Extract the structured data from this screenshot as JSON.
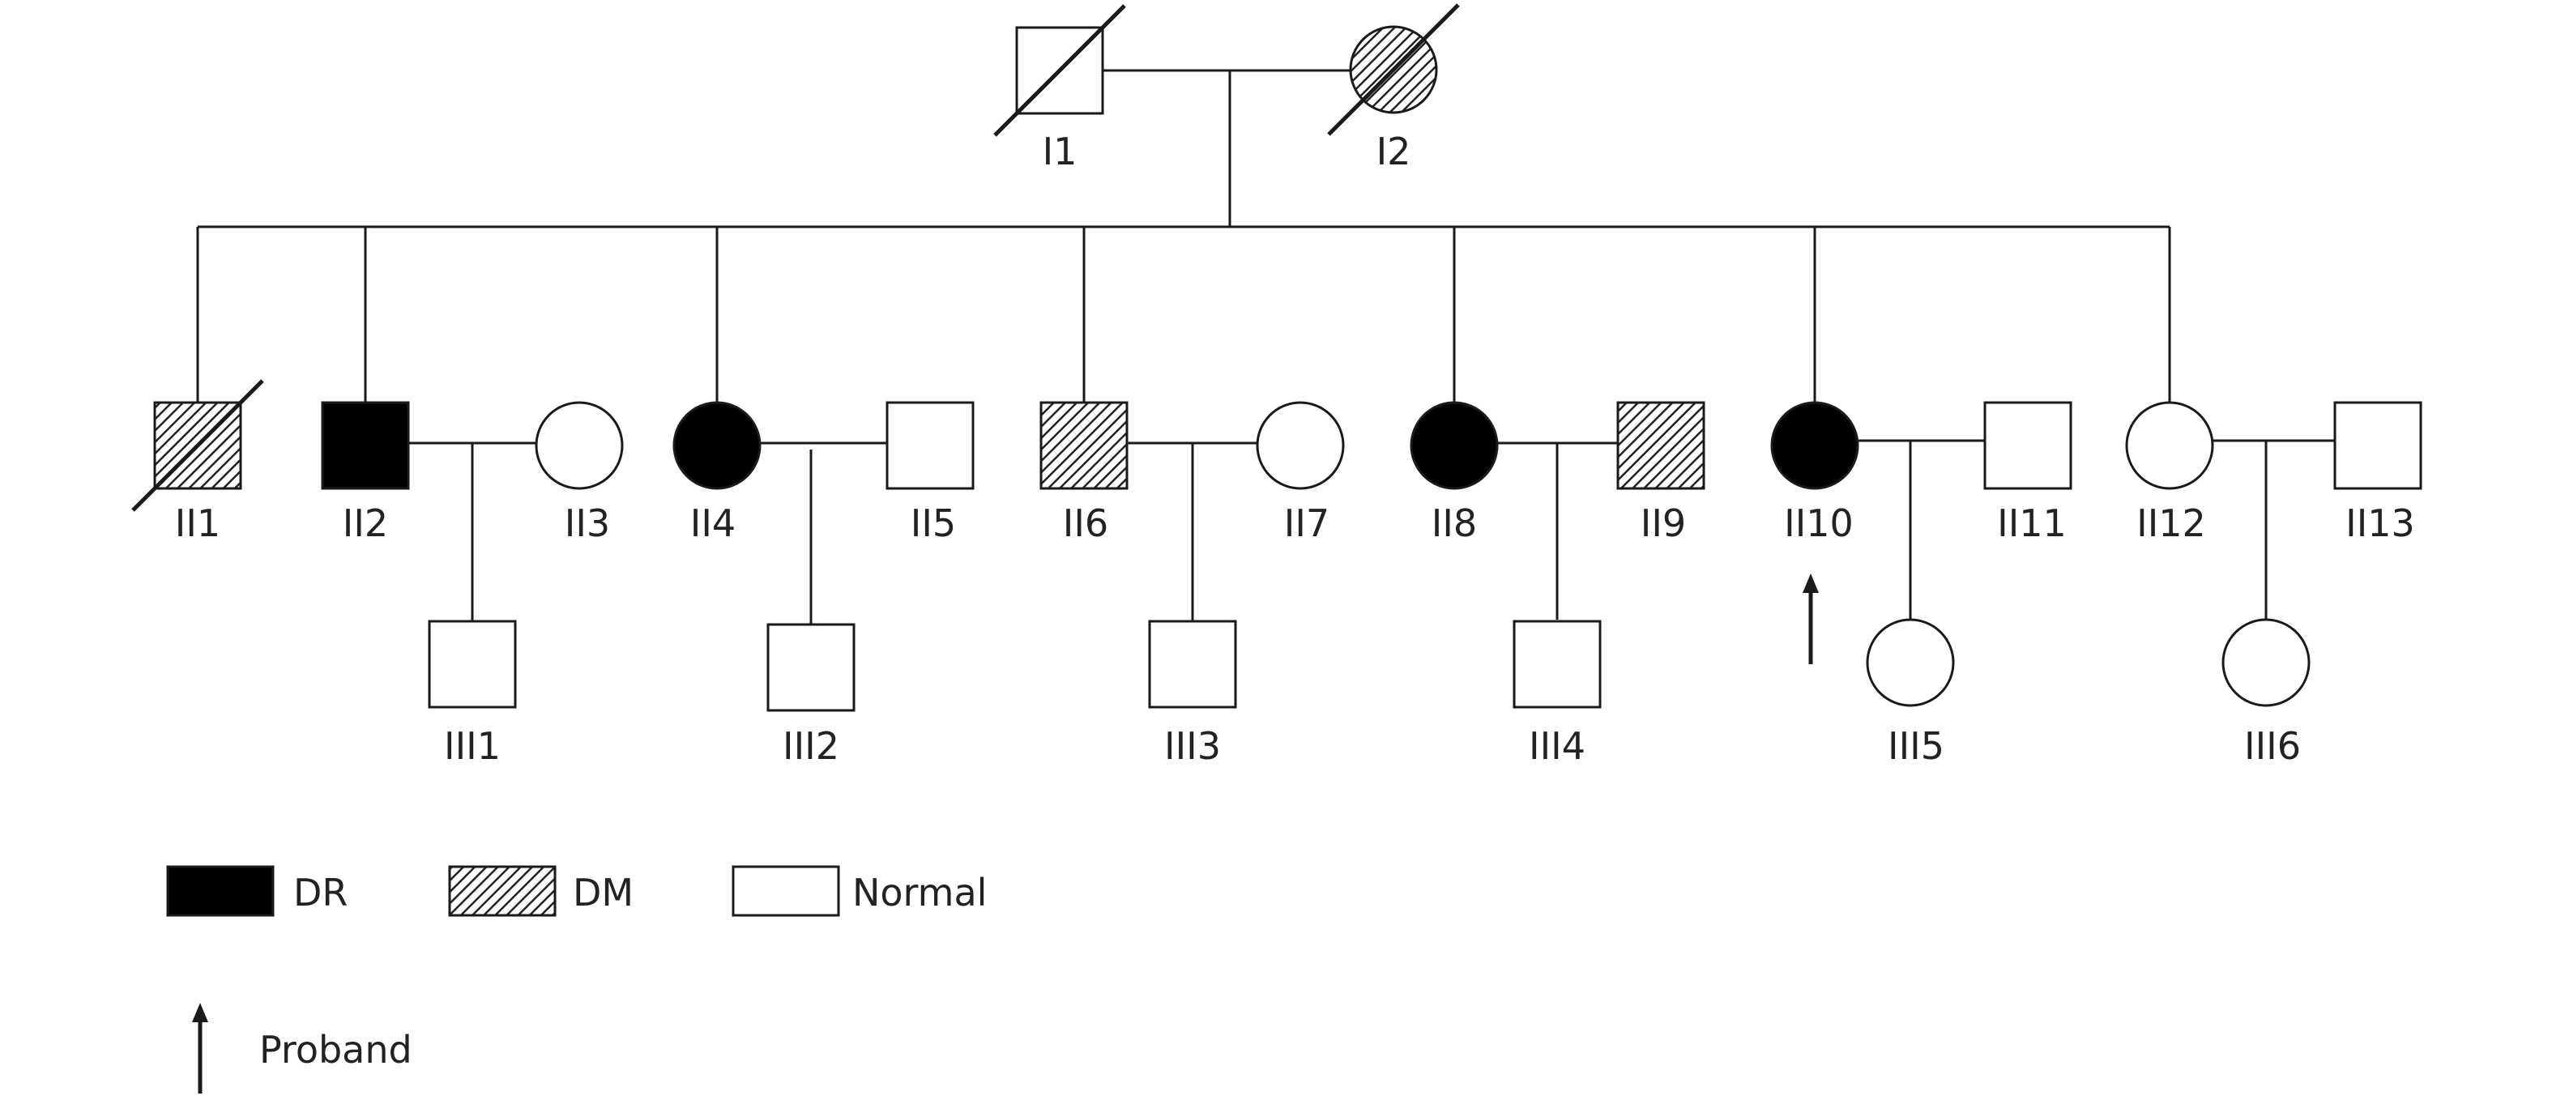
{
  "colors": {
    "affected_dr": "#000000",
    "affected_dm_hatch": "#222222",
    "normal": "#ffffff",
    "line": "#1a1a1a"
  },
  "individuals": [
    {
      "id": "I1",
      "label": "I1",
      "sex": "male",
      "status": "normal",
      "deceased": true,
      "proband": false
    },
    {
      "id": "I2",
      "label": "I2",
      "sex": "female",
      "status": "dm",
      "deceased": true,
      "proband": false
    },
    {
      "id": "II1",
      "label": "II1",
      "sex": "male",
      "status": "dm",
      "deceased": true,
      "proband": false
    },
    {
      "id": "II2",
      "label": "II2",
      "sex": "male",
      "status": "dr",
      "deceased": false,
      "proband": false
    },
    {
      "id": "II3",
      "label": "II3",
      "sex": "female",
      "status": "normal",
      "deceased": false,
      "proband": false
    },
    {
      "id": "II4",
      "label": "II4",
      "sex": "female",
      "status": "dr",
      "deceased": false,
      "proband": false
    },
    {
      "id": "II5",
      "label": "II5",
      "sex": "male",
      "status": "normal",
      "deceased": false,
      "proband": false
    },
    {
      "id": "II6",
      "label": "II6",
      "sex": "male",
      "status": "dm",
      "deceased": false,
      "proband": false
    },
    {
      "id": "II7",
      "label": "II7",
      "sex": "female",
      "status": "normal",
      "deceased": false,
      "proband": false
    },
    {
      "id": "II8",
      "label": "II8",
      "sex": "female",
      "status": "dr",
      "deceased": false,
      "proband": false
    },
    {
      "id": "II9",
      "label": "II9",
      "sex": "male",
      "status": "dm",
      "deceased": false,
      "proband": false
    },
    {
      "id": "II10",
      "label": "II10",
      "sex": "female",
      "status": "dr",
      "deceased": false,
      "proband": true
    },
    {
      "id": "II11",
      "label": "II11",
      "sex": "male",
      "status": "normal",
      "deceased": false,
      "proband": false
    },
    {
      "id": "II12",
      "label": "II12",
      "sex": "female",
      "status": "normal",
      "deceased": false,
      "proband": false
    },
    {
      "id": "II13",
      "label": "II13",
      "sex": "male",
      "status": "normal",
      "deceased": false,
      "proband": false
    },
    {
      "id": "III1",
      "label": "III1",
      "sex": "male",
      "status": "normal",
      "deceased": false,
      "proband": false
    },
    {
      "id": "III2",
      "label": "III2",
      "sex": "male",
      "status": "normal",
      "deceased": false,
      "proband": false
    },
    {
      "id": "III3",
      "label": "III3",
      "sex": "male",
      "status": "normal",
      "deceased": false,
      "proband": false
    },
    {
      "id": "III4",
      "label": "III4",
      "sex": "male",
      "status": "normal",
      "deceased": false,
      "proband": false
    },
    {
      "id": "III5",
      "label": "III5",
      "sex": "female",
      "status": "normal",
      "deceased": false,
      "proband": false
    },
    {
      "id": "III6",
      "label": "III6",
      "sex": "female",
      "status": "normal",
      "deceased": false,
      "proband": false
    }
  ],
  "legend": {
    "dr": "DR",
    "dm": "DM",
    "normal": "Normal",
    "proband": "Proband"
  }
}
